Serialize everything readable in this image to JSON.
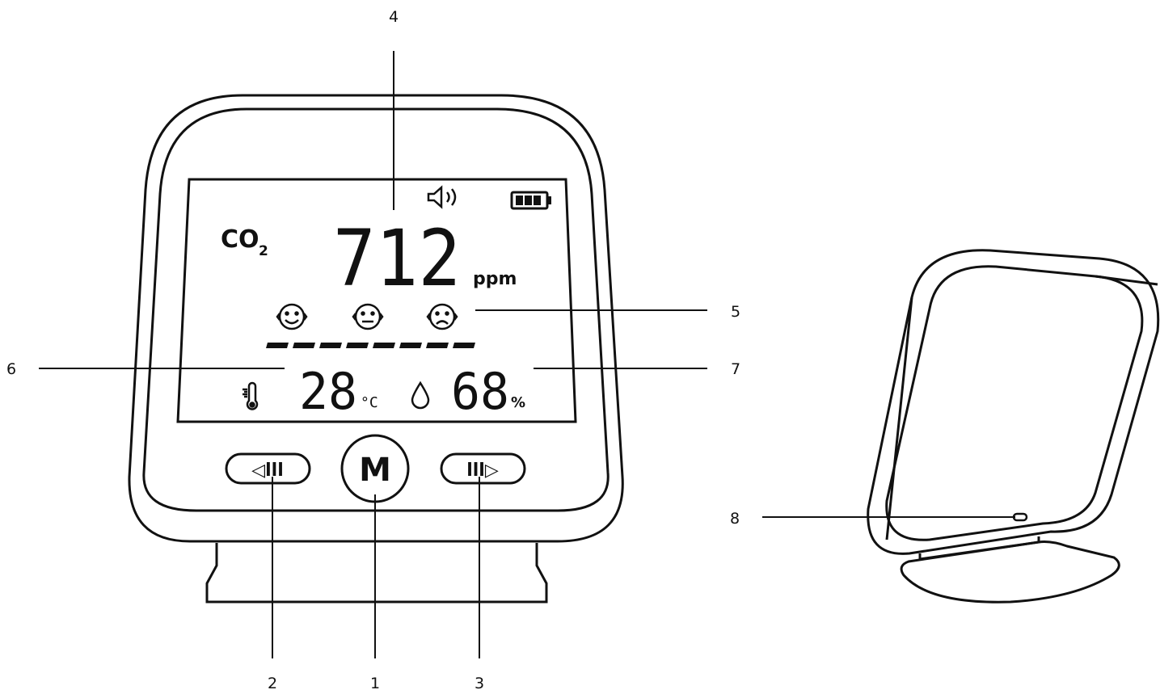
{
  "display": {
    "gas_label": "CO",
    "gas_subscript": "2",
    "co2_value": "712",
    "co2_unit": "ppm",
    "temperature_value": "28",
    "temperature_unit": "°C",
    "humidity_value": "68",
    "humidity_unit": "%"
  },
  "buttons": {
    "left_symbol": "◁lll",
    "mode_label": "M",
    "right_symbol": "lll▷"
  },
  "callouts": {
    "mode_button": "1",
    "left_button": "2",
    "right_button": "3",
    "co2_reading": "4",
    "comfort_faces": "5",
    "temperature": "6",
    "humidity": "7",
    "indicator_light": "8"
  }
}
